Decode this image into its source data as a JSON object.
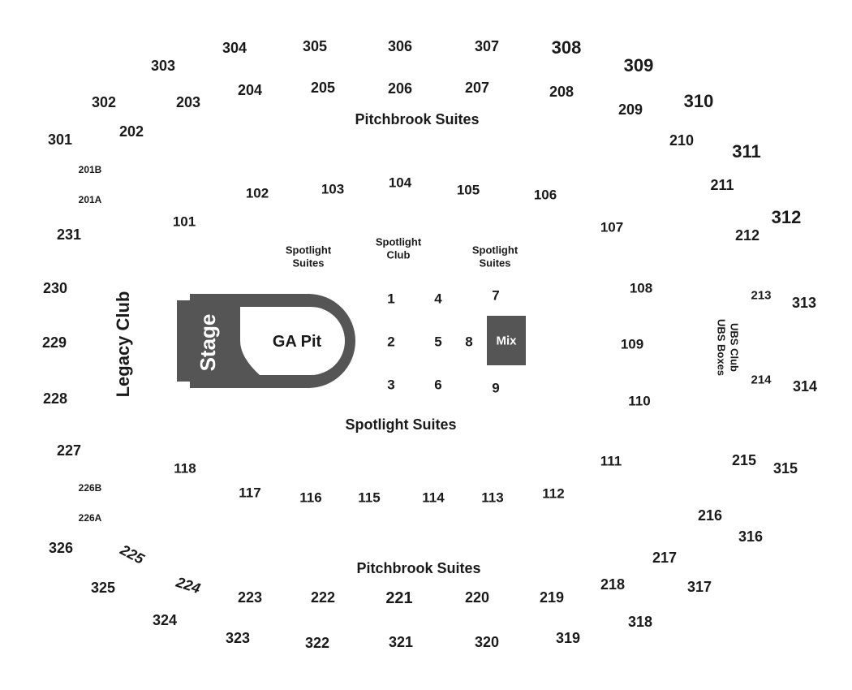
{
  "areas": {
    "stage": "Stage",
    "ga_pit": "GA Pit",
    "mix": "Mix",
    "legacy_club": "Legacy Club",
    "ubs_club": "UBS Club",
    "ubs_boxes": "UBS Boxes",
    "pitchbrook_top": "Pitchbrook Suites",
    "pitchbrook_bottom": "Pitchbrook Suites",
    "spotlight_suites_main": "Spotlight Suites",
    "spotlight_suites_left": "Spotlight Suites",
    "spotlight_club": "Spotlight Club",
    "spotlight_suites_right": "Spotlight Suites"
  },
  "floor_rows": [
    "1",
    "2",
    "3",
    "4",
    "5",
    "6",
    "7",
    "8",
    "9"
  ],
  "sections_100": [
    "101",
    "102",
    "103",
    "104",
    "105",
    "106",
    "107",
    "108",
    "109",
    "110",
    "111",
    "112",
    "113",
    "114",
    "115",
    "116",
    "117",
    "118"
  ],
  "sections_200": [
    "201A",
    "201B",
    "202",
    "203",
    "204",
    "205",
    "206",
    "207",
    "208",
    "209",
    "210",
    "211",
    "212",
    "213",
    "214",
    "215",
    "216",
    "217",
    "218",
    "219",
    "220",
    "221",
    "222",
    "223",
    "224",
    "225",
    "226A",
    "226B",
    "227",
    "228",
    "229",
    "230",
    "231"
  ],
  "sections_300": [
    "301",
    "302",
    "303",
    "304",
    "305",
    "306",
    "307",
    "308",
    "309",
    "310",
    "311",
    "312",
    "313",
    "314",
    "315",
    "316",
    "317",
    "318",
    "319",
    "320",
    "321",
    "322",
    "323",
    "324",
    "325",
    "326"
  ],
  "colors": {
    "stage_fill": "#555555",
    "mix_fill": "#555555",
    "text": "#1a1a1a",
    "background": "#ffffff"
  }
}
